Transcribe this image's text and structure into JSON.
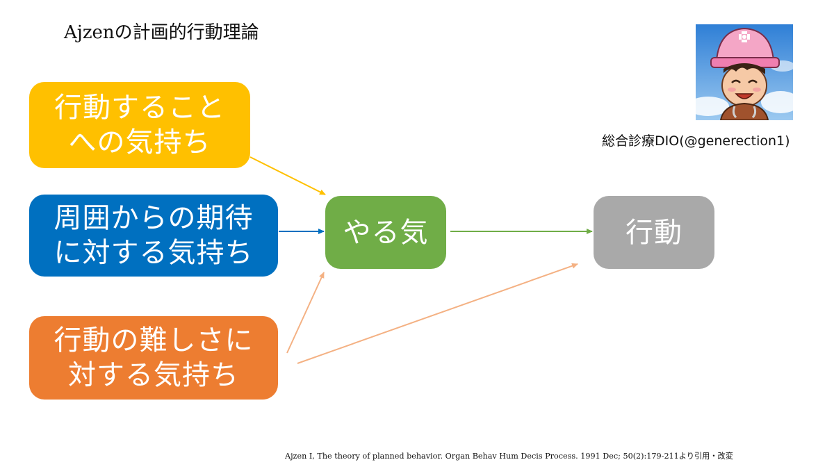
{
  "title": "Ajzenの計画的行動理論",
  "colors": {
    "attitude": "#ffc000",
    "norm": "#0070c0",
    "control": "#ed7d31",
    "intention": "#70ad47",
    "behavior": "#a9a9a9",
    "arrow_attitude": "#ffc000",
    "arrow_norm": "#0070c0",
    "arrow_control": "#f4b183",
    "arrow_intention": "#70ad47"
  },
  "boxes": {
    "attitude": {
      "line1": "行動すること",
      "line2": "への気持ち"
    },
    "norm": {
      "line1": "周囲からの期待",
      "line2": "に対する気持ち"
    },
    "control": {
      "line1": "行動の難しさに",
      "line2": "対する気持ち"
    },
    "intention": {
      "label": "やる気"
    },
    "behavior": {
      "label": "行動"
    }
  },
  "author": {
    "name": "総合診療DIO(@generection1)",
    "avatar_icon": "avatar-icon"
  },
  "citation": "Ajzen I, The theory of planned behavior. Organ Behav Hum Decis Process. 1991 Dec; 50(2):179-211より引用・改変"
}
